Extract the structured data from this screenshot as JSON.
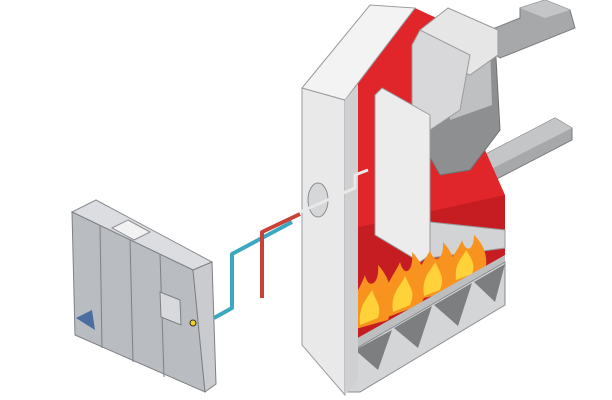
{
  "colors": {
    "background": "#ffffff",
    "furnace_red": "#e0262b",
    "wall_white": "#e9e9ea",
    "wall_shade": "#cfd0d2",
    "steel_gray": "#9a9b9d",
    "dark_gray": "#6f7072",
    "pipe_blue": "#3ca8c0",
    "pipe_red": "#c8423a",
    "flame_orange": "#f7931e",
    "flame_yellow": "#ffd23a",
    "cabinet_gray": "#b9bcc0"
  },
  "icons": [
    "control-cabinet",
    "boiler-cutaway",
    "flame",
    "pipe"
  ]
}
